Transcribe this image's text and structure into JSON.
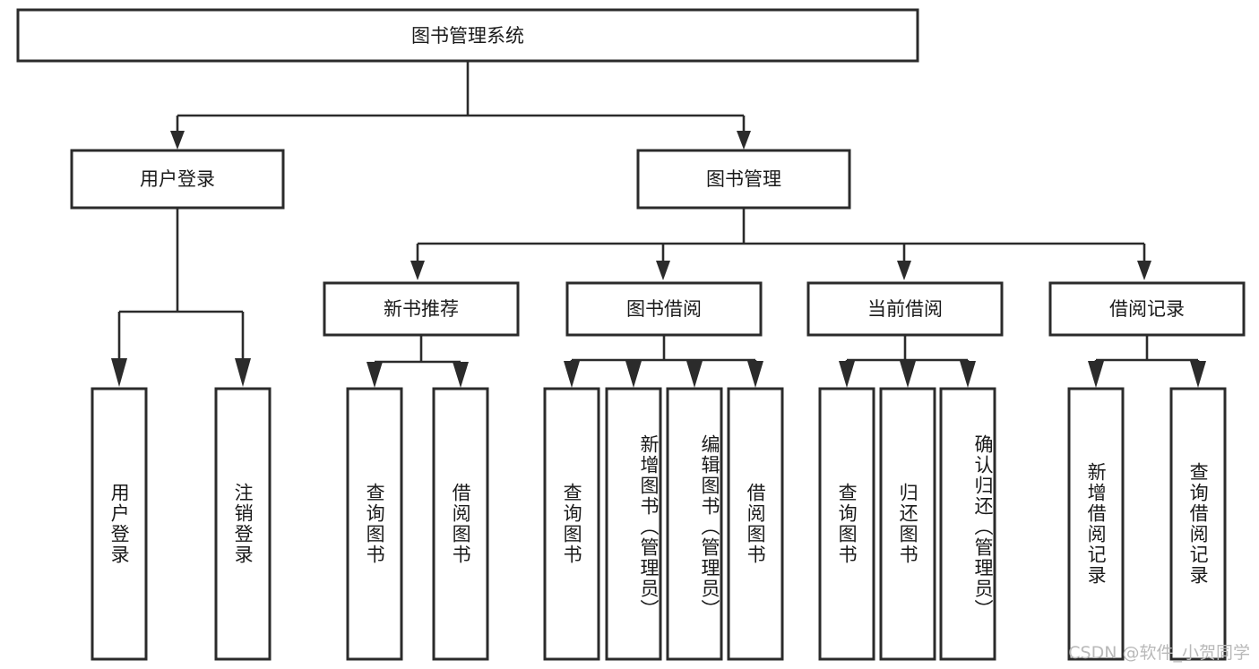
{
  "diagram": {
    "type": "tree",
    "title": "图书管理系统",
    "watermark": "CSDN @软件_小贺同学",
    "colors": {
      "box_stroke": "#2b2b2b",
      "box_fill": "#ffffff",
      "text": "#1a1a1a",
      "connector": "#2b2b2b",
      "watermark": "#b9b9b9"
    },
    "levels": {
      "root": {
        "label": "图书管理系统"
      },
      "level2": [
        {
          "label": "用户登录"
        },
        {
          "label": "图书管理"
        }
      ],
      "level3": [
        {
          "label": "新书推荐"
        },
        {
          "label": "图书借阅"
        },
        {
          "label": "当前借阅"
        },
        {
          "label": "借阅记录"
        }
      ],
      "leaves": {
        "user_login": [
          {
            "label": "用户登录"
          },
          {
            "label": "注销登录"
          }
        ],
        "new_book_rec": [
          {
            "label": "查询图书"
          },
          {
            "label": "借阅图书"
          }
        ],
        "book_borrow": [
          {
            "label": "查询图书"
          },
          {
            "label": "新增图书（管理员）"
          },
          {
            "label": "编辑图书（管理员）"
          },
          {
            "label": "借阅图书"
          }
        ],
        "current_borrow": [
          {
            "label": "查询图书"
          },
          {
            "label": "归还图书"
          },
          {
            "label": "确认归还（管理员）"
          }
        ],
        "borrow_record": [
          {
            "label": "新增借阅记录"
          },
          {
            "label": "查询借阅记录"
          }
        ]
      }
    }
  }
}
